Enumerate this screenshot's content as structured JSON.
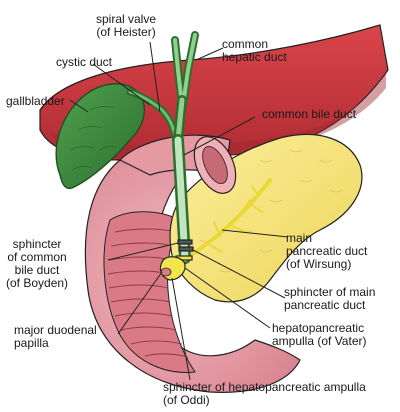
{
  "colors": {
    "liver": "#c8363c",
    "liver_shadow": "#9e2a2f",
    "gallbladder": "#3f8f3f",
    "gallbladder_dark": "#1f4f1f",
    "duct": "#6fbf6f",
    "duodenum": "#e59aa3",
    "duodenum_inner": "#d97a86",
    "pancreas": "#f6e27a",
    "pancreatic_duct": "#f3e64a",
    "outline": "#222222"
  },
  "labels": {
    "spiral_valve": [
      "spiral valve",
      "(of Heister)"
    ],
    "common_hepatic_duct": [
      "common",
      "hepatic duct"
    ],
    "cystic_duct": [
      "cystic duct"
    ],
    "gallbladder": [
      "gallbladder"
    ],
    "common_bile_duct": [
      "common bile duct"
    ],
    "main_pancreatic_duct": [
      "main",
      "pancreatic duct",
      "(of Wirsung)"
    ],
    "sphincter_cbd": [
      "sphincter",
      "of common",
      "bile duct",
      "(of Boyden)"
    ],
    "sphincter_main_pancreatic": [
      "sphincter of main",
      "pancreatic duct"
    ],
    "major_duodenal_papilla": [
      "major duodenal",
      "papilla"
    ],
    "hepatopancreatic_ampulla": [
      "hepatopancreatic",
      "ampulla (of Vater)"
    ],
    "sphincter_hepatopancreatic": [
      "sphincter of hepatopancreatic ampulla",
      "(of Oddi)"
    ]
  }
}
